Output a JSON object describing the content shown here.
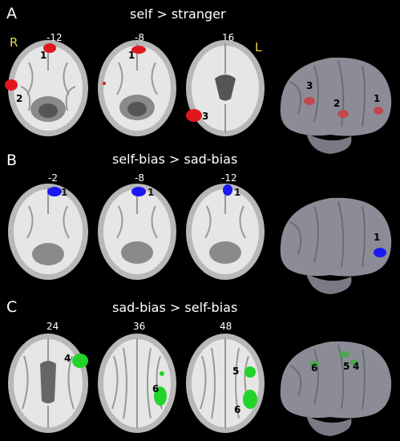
{
  "colors": {
    "background": "#000000",
    "red": "#e0181e",
    "blue": "#1a1af0",
    "green": "#22d42a",
    "orientation": "#e8d84a"
  },
  "panels": [
    {
      "letter": "A",
      "title": "self > stranger",
      "slices": [
        "-12",
        "-8",
        "16"
      ],
      "orientation": {
        "right": "R",
        "left": "L"
      },
      "labels": [
        "1",
        "2",
        "1",
        "3",
        "3",
        "2",
        "1"
      ]
    },
    {
      "letter": "B",
      "title": "self-bias > sad-bias",
      "slices": [
        "-2",
        "-8",
        "-12"
      ],
      "labels": [
        "1",
        "1",
        "1",
        "1"
      ]
    },
    {
      "letter": "C",
      "title": "sad-bias > self-bias",
      "slices": [
        "24",
        "36",
        "48"
      ],
      "labels": [
        "4",
        "6",
        "5",
        "6",
        "6",
        "5",
        "4"
      ]
    }
  ]
}
